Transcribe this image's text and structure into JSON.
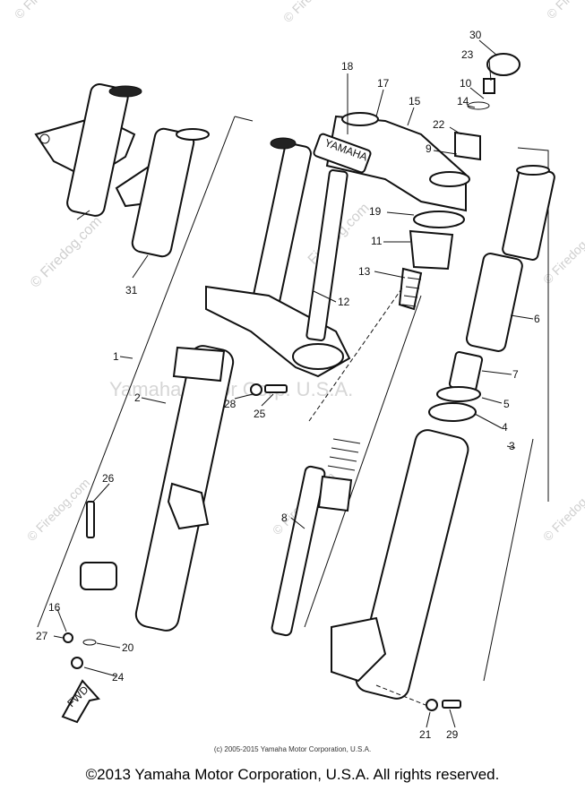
{
  "watermarks": {
    "center": "Yamaha Motor Corp. U.S.A.",
    "site": "© Firedog.com",
    "site_short": "Firedog.com"
  },
  "callouts": [
    "1",
    "2",
    "3",
    "4",
    "5",
    "6",
    "7",
    "8",
    "9",
    "10",
    "11",
    "12",
    "13",
    "14",
    "15",
    "16",
    "17",
    "18",
    "19",
    "20",
    "21",
    "22",
    "23",
    "24",
    "25",
    "26",
    "27",
    "28",
    "29",
    "30",
    "31"
  ],
  "labels": {
    "fwd": "FWD",
    "stem_marking": "YAMAHA"
  },
  "copyright_inner": "(c) 2005-2015 Yamaha Motor Corporation, U.S.A.",
  "footer": "©2013 Yamaha Motor Corporation, U.S.A. All rights reserved."
}
